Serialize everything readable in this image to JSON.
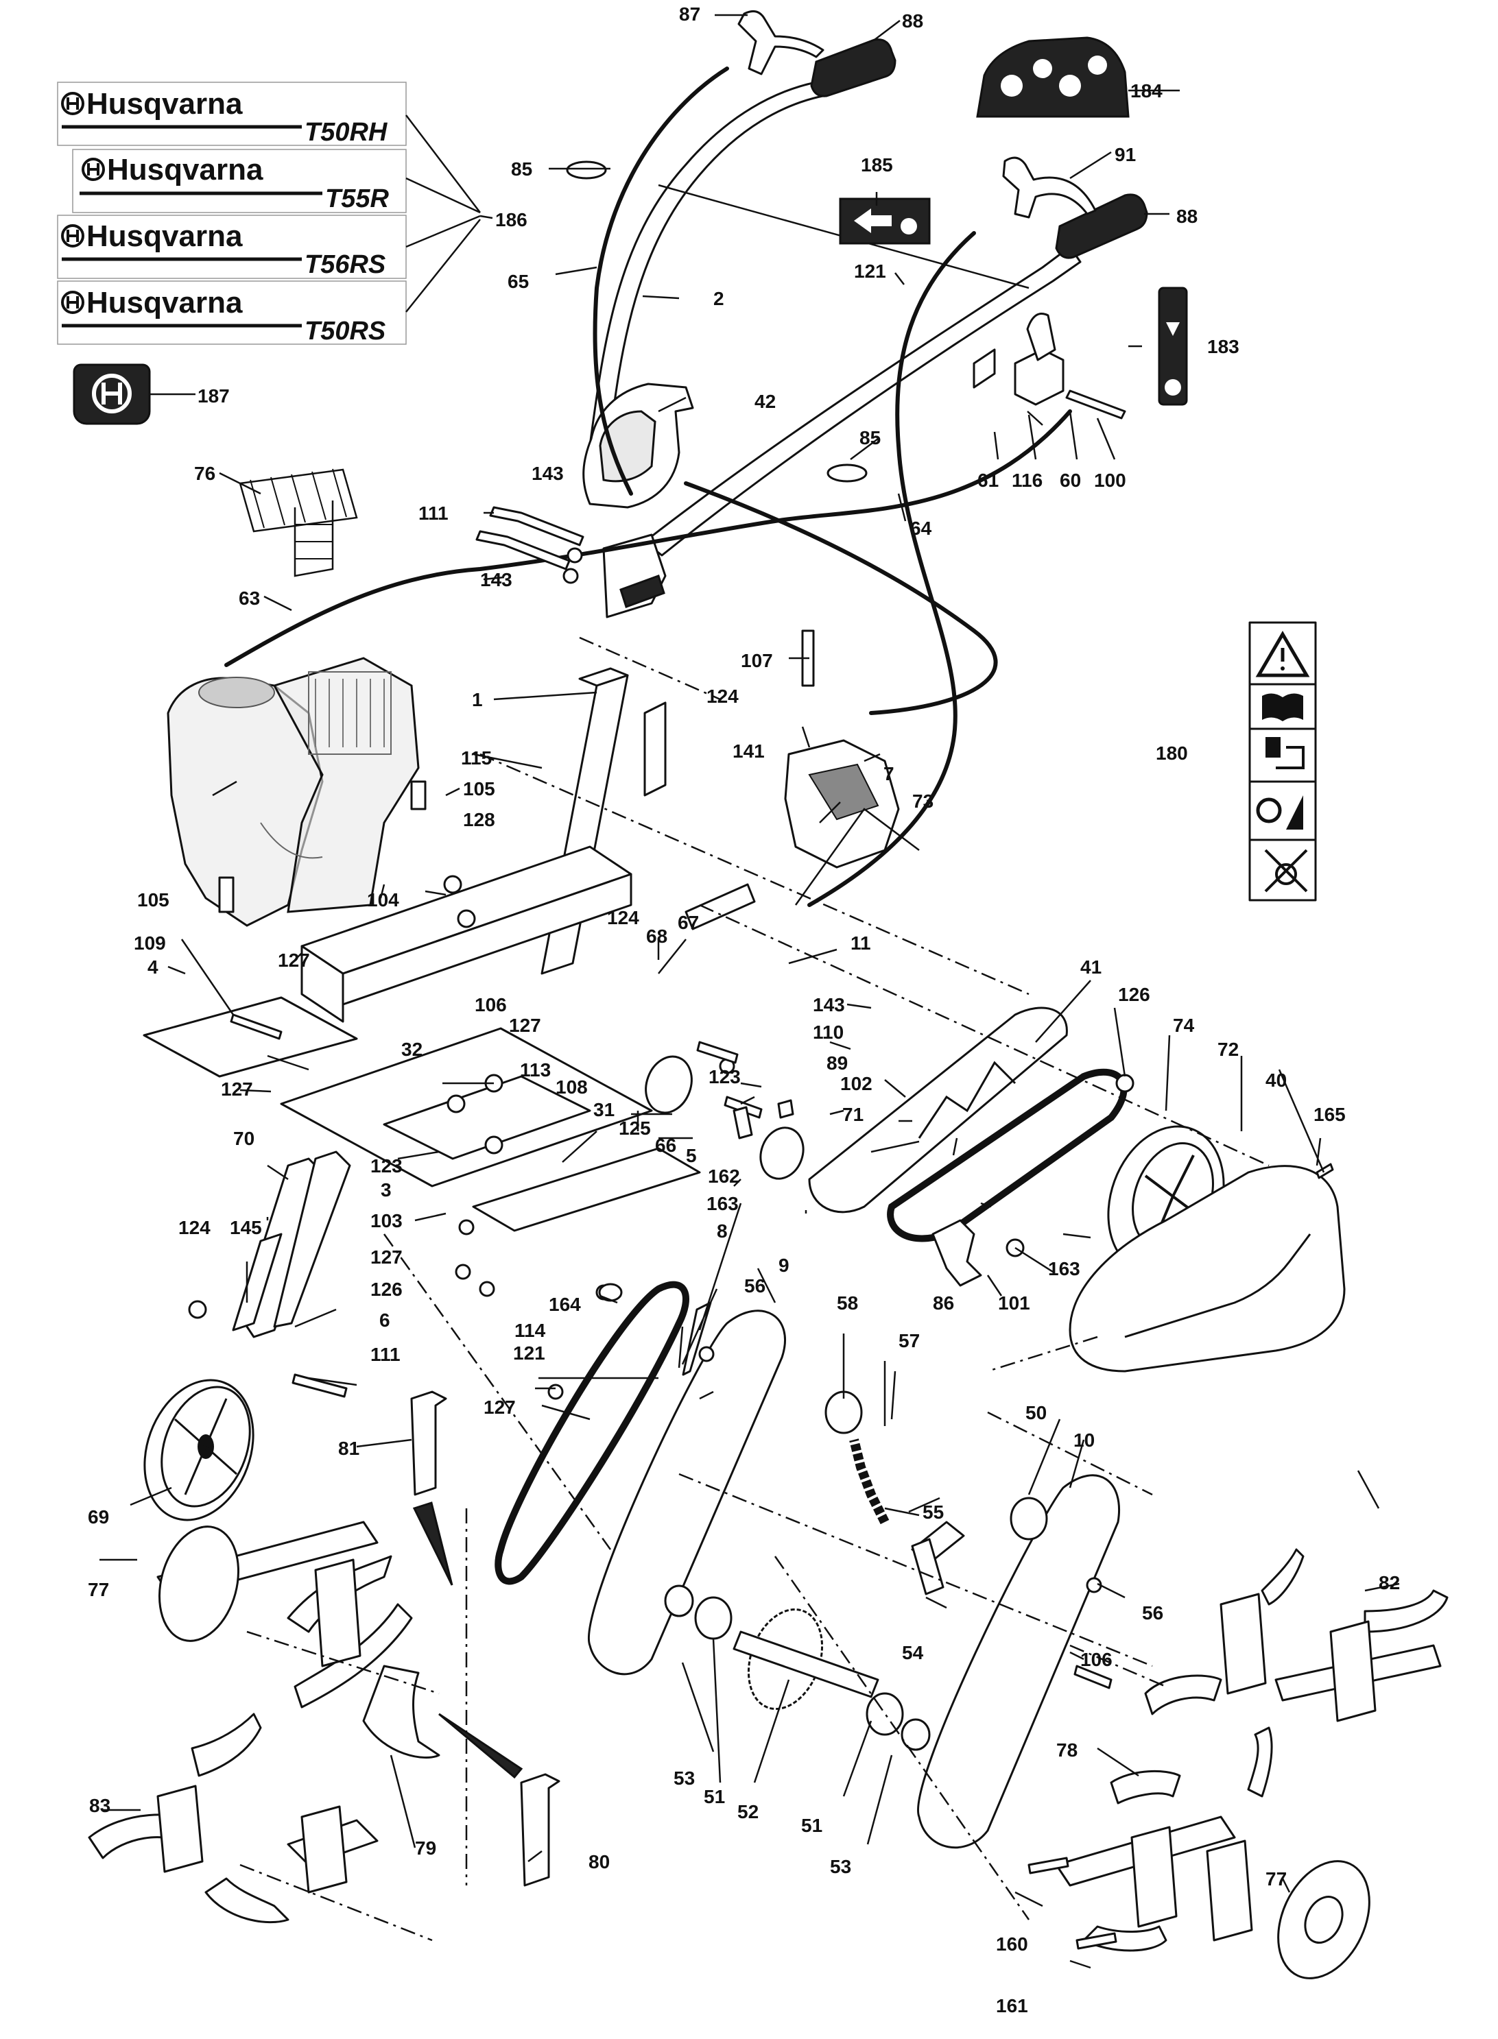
{
  "decals": {
    "brand": "Husqvarna",
    "models": [
      "T50RH",
      "T55R",
      "T56RS",
      "T50RS"
    ]
  },
  "callouts": {
    "c87": "87",
    "c88a": "88",
    "c184": "184",
    "c85a": "85",
    "c186": "186",
    "c185": "185",
    "c91": "91",
    "c88b": "88",
    "c65": "65",
    "c2": "2",
    "c121a": "121",
    "c183": "183",
    "c187": "187",
    "c42": "42",
    "c85b": "85",
    "c61": "61",
    "c116": "116",
    "c60": "60",
    "c100": "100",
    "c76": "76",
    "c143a": "143",
    "c111a": "111",
    "c64": "64",
    "c143b": "143",
    "c63": "63",
    "c107": "107",
    "c124a": "124",
    "c1": "1",
    "c141": "141",
    "c180": "180",
    "c115": "115",
    "c105a": "105",
    "c7": "7",
    "c73": "73",
    "c128": "128",
    "c105b": "105",
    "c104": "104",
    "c124b": "124",
    "c68": "68",
    "c67": "67",
    "c11": "11",
    "c109": "109",
    "c4": "4",
    "c127a": "127",
    "c41": "41",
    "c126a": "126",
    "c74": "74",
    "c106a": "106",
    "c127b": "127",
    "c143c": "143",
    "c72": "72",
    "c40": "40",
    "c32": "32",
    "c110": "110",
    "c113": "113",
    "c108": "108",
    "c123a": "123",
    "c89": "89",
    "c127c": "127",
    "c102": "102",
    "c31": "31",
    "c125": "125",
    "c71": "71",
    "c165": "165",
    "c66": "66",
    "c123b": "123",
    "c70": "70",
    "c5": "5",
    "c162": "162",
    "c3": "3",
    "c145": "145",
    "c163a": "163",
    "c103": "103",
    "c124c": "124",
    "c8": "8",
    "c127d": "127",
    "c163b": "163",
    "c86": "86",
    "c101": "101",
    "c126b": "126",
    "c56a": "56",
    "c9": "9",
    "c164": "164",
    "c114": "114",
    "c58": "58",
    "c6": "6",
    "c121b": "121",
    "c57": "57",
    "c111b": "111",
    "c127e": "127",
    "c50": "50",
    "c10": "10",
    "c81": "81",
    "c55": "55",
    "c69": "69",
    "c77a": "77",
    "c82": "82",
    "c56b": "56",
    "c54": "54",
    "c106b": "106",
    "c78": "78",
    "c83": "83",
    "c53a": "53",
    "c51a": "51",
    "c52": "52",
    "c51b": "51",
    "c79": "79",
    "c53b": "53",
    "c80": "80",
    "c77b": "77",
    "c160": "160",
    "c161": "161"
  },
  "icons": [
    "warning-icon",
    "manual-icon",
    "fuel-icon",
    "tines-hazard-icon",
    "noise-icon"
  ]
}
